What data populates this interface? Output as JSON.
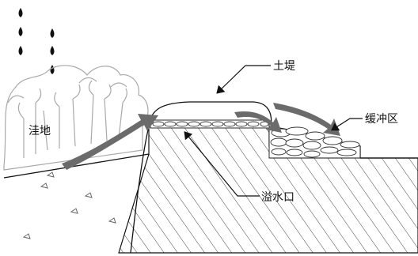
{
  "labels": {
    "embankment": "土堤",
    "depression": "洼地",
    "buffer_zone": "缓冲区",
    "spillway": "溢水口"
  },
  "icons": [
    "raindrop-icon",
    "shrub-icon",
    "flow-arrow",
    "pointer-arrow"
  ],
  "colors": {
    "line": "#111111",
    "flow_arrow": "#6b6b6b",
    "vegetation": "#a9a9a9"
  }
}
